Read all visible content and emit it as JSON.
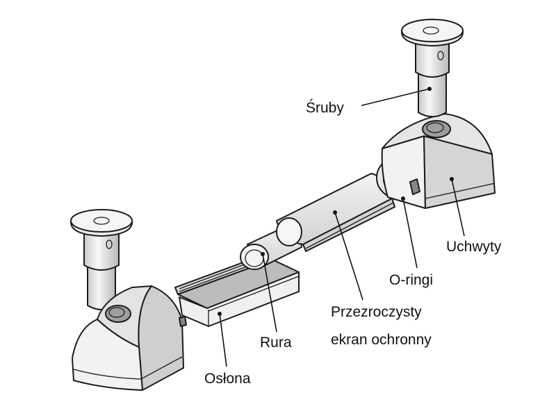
{
  "diagram": {
    "labels": {
      "sruby": "Śruby",
      "uchwyty": "Uchwyty",
      "oringi": "O-ringi",
      "ekran_line1": "Przezroczysty",
      "ekran_line2": "ekran ochronny",
      "rura": "Rura",
      "oslona": "Osłona"
    },
    "colors": {
      "stroke": "#1a1a1a",
      "fill_light": "#f4f4f4",
      "fill_mid": "#d9d9d9",
      "fill_dark": "#b5b5b5",
      "background": "#ffffff"
    }
  }
}
